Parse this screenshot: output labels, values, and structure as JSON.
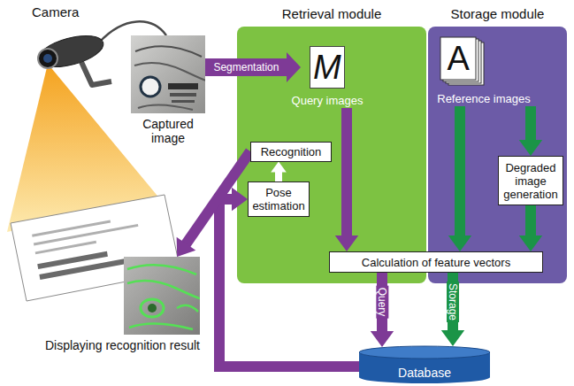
{
  "diagram": {
    "nodes": [
      {
        "text": [
          "Retrieval module"
        ]
      },
      {
        "text": [
          "Storage module"
        ]
      },
      {
        "text": [
          "Captured image"
        ]
      },
      {
        "text": [
          "Query images"
        ],
        "in": 0
      },
      {
        "text": [
          "Reference images"
        ],
        "in": 1
      },
      {
        "text": [
          "Recognition"
        ],
        "in": 0
      },
      {
        "text": [
          "Degraded image generation"
        ],
        "in": 1
      },
      {
        "text": [
          "Pose estimation"
        ],
        "in": 0
      },
      {
        "text": [
          "Calculation of feature vectors"
        ]
      },
      {
        "text": [
          "Displaying recognition result"
        ]
      },
      {
        "text": [
          "Database"
        ]
      }
    ],
    "edges": [
      {
        "from": 2,
        "to": 3,
        "arrow": "to",
        "label": "Segmentation"
      },
      {
        "from": 3,
        "to": 8,
        "arrow": "to"
      },
      {
        "from": 4,
        "to": 8,
        "arrow": "to"
      },
      {
        "from": 4,
        "to": 6,
        "arrow": "to"
      },
      {
        "from": 6,
        "to": 8,
        "arrow": "to"
      },
      {
        "from": 8,
        "to": 10,
        "arrow": "to",
        "label": "Query"
      },
      {
        "from": 8,
        "to": 10,
        "arrow": "to",
        "label": "Storage"
      },
      {
        "from": 10,
        "to": 7,
        "arrow": "to"
      },
      {
        "from": 7,
        "to": 5,
        "arrow": "to"
      },
      {
        "from": 5,
        "to": 9,
        "arrow": "to"
      }
    ],
    "labels": [
      "Camera",
      "M",
      "A"
    ]
  }
}
